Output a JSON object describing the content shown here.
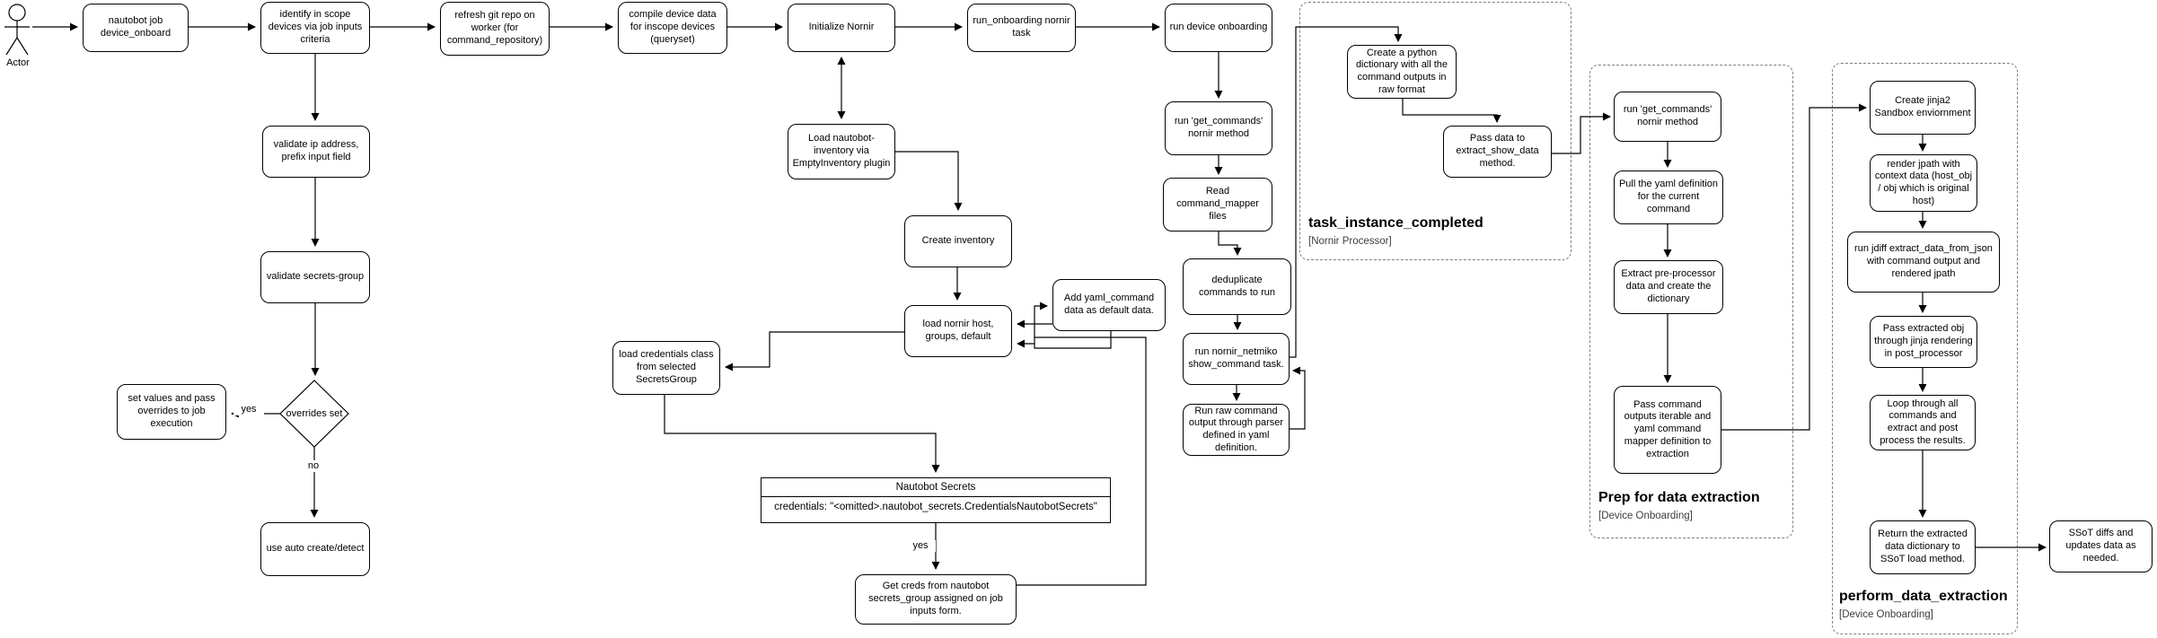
{
  "diagram": {
    "actor_label": "Actor",
    "nodes": {
      "job": "nautobot job device_onboard",
      "identify": "identify in scope devices via job inputs criteria",
      "refresh": "refresh git repo on worker (for command_repository)",
      "compile": "compile device data for inscope devices (queryset)",
      "init_nornir": "Initialize Nornir",
      "run_onboarding": "run_onboarding nornir task",
      "run_device": "run device onboarding",
      "validate_ip": "validate ip address, prefix input field",
      "validate_secrets": "validate secrets-group",
      "overrides": "overrides set",
      "set_values": "set values and pass overrides to job execution",
      "use_auto": "use auto create/detect",
      "load_inventory": "Load nautobot-inventory via EmptyInventory plugin",
      "create_inventory": "Create inventory",
      "load_nornir_host": "load nornir host, groups, default",
      "load_credentials": "load credentials class from selected SecretsGroup",
      "add_yaml": "Add yaml_command data as default data.",
      "get_creds": "Get creds from nautobot secrets_group assigned on job inputs form.",
      "get_commands1": "run 'get_commands' nornir method",
      "read_mapper": "Read command_mapper files",
      "dedup": "deduplicate commands to run",
      "netmiko": "run nornir_netmiko show_command task.",
      "run_raw": "Run raw command output through parser defined in yaml definition.",
      "create_dict": "Create a python dictionary with all the command outputs in raw format",
      "pass_data": "Pass data to extract_show_data method.",
      "get_commands2": "run 'get_commands' nornir method",
      "pull_yaml": "Pull the yaml definition for the current command",
      "extract_pre": "Extract pre-processor data and create the dictionary",
      "pass_outputs": "Pass command outputs iterable and yaml command mapper definition to extraction",
      "create_jinja": "Create jinja2 Sandbox enviornment",
      "render_jpath": "render jpath with context data (host_obj / obj which is original host)",
      "run_jdiff": "run jdiff extract_data_from_json with command output and rendered jpath",
      "pass_extracted": "Pass extracted obj through jinja rendering in post_processor",
      "loop_commands": "Loop through all commands and extract and post process the results.",
      "return_dict": "Return the extracted data dictionary to SSoT load method.",
      "ssot_diffs": "SSoT diffs and updates data as needed."
    },
    "edge_labels": {
      "yes_overrides": "yes",
      "no_overrides": "no",
      "yes_secrets": "yes"
    },
    "table": {
      "title": "Nautobot Secrets",
      "row": "credentials: \"<omitted>.nautobot_secrets.CredentialsNautobotSecrets\""
    },
    "groups": {
      "task_instance": {
        "title": "task_instance_completed",
        "subtitle": "[Nornir Processor]"
      },
      "prep": {
        "title": "Prep for data extraction",
        "subtitle": "[Device Onboarding]"
      },
      "perform": {
        "title": "perform_data_extraction",
        "subtitle": "[Device Onboarding]"
      }
    }
  }
}
